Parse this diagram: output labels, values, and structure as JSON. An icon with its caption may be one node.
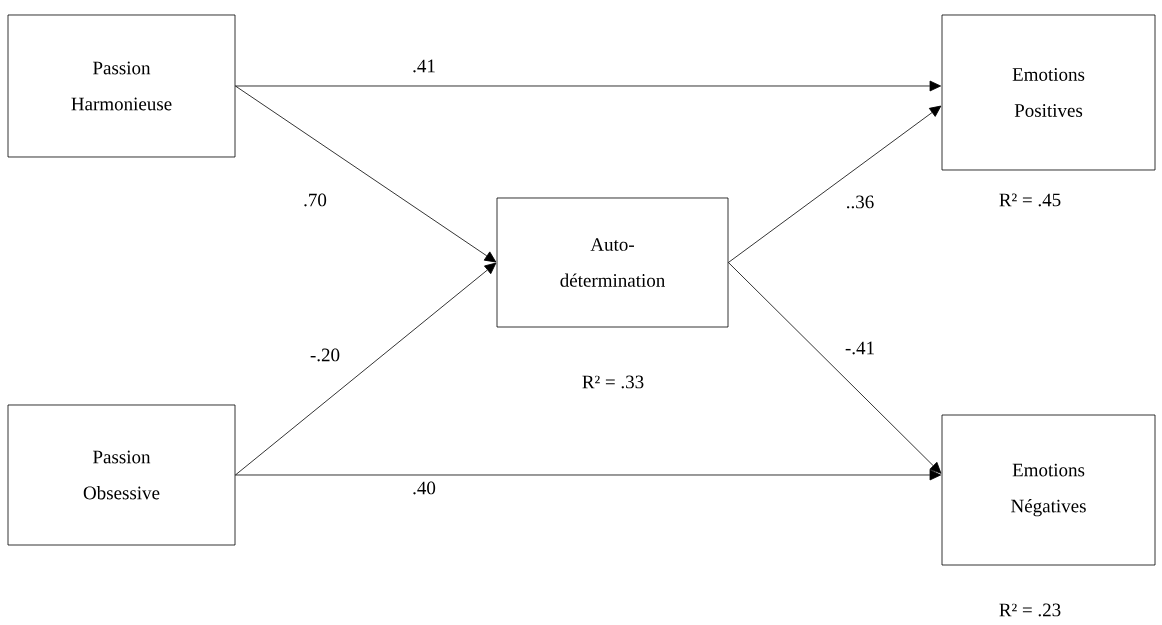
{
  "diagram": {
    "nodes": [
      {
        "text": [
          "Passion Harmonieuse"
        ]
      },
      {
        "text": [
          "Emotions Positives"
        ],
        "beside": [
          "R² = .45"
        ]
      },
      {
        "text": [
          "Auto-détermination"
        ],
        "beside": [
          "R² = .33"
        ]
      },
      {
        "text": [
          "Passion Obsessive"
        ]
      },
      {
        "text": [
          "Emotions Négatives"
        ],
        "beside": [
          "R² = .23"
        ]
      }
    ],
    "edges": [
      {
        "from": 0,
        "to": 1,
        "arrow": "to",
        "label": ".41"
      },
      {
        "from": 0,
        "to": 2,
        "arrow": "to",
        "label": ".70"
      },
      {
        "from": 3,
        "to": 2,
        "arrow": "to",
        "label": "-.20"
      },
      {
        "from": 2,
        "to": 1,
        "arrow": "to",
        "label": "..36"
      },
      {
        "from": 2,
        "to": 4,
        "arrow": "to",
        "label": "-.41"
      },
      {
        "from": 3,
        "to": 4,
        "arrow": "to",
        "label": ".40"
      }
    ]
  }
}
